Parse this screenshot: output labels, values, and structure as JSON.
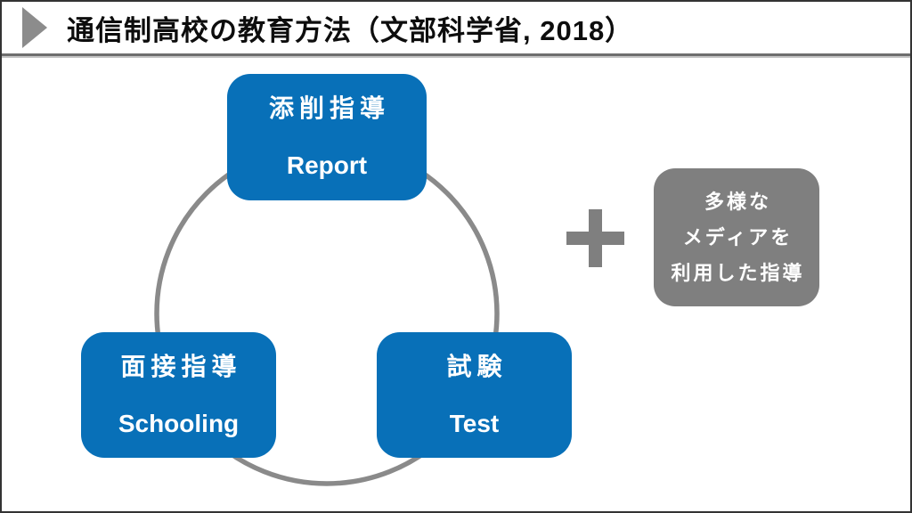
{
  "slide": {
    "title": "通信制高校の教育方法（文部科学省, 2018）"
  },
  "cycle": {
    "nodes": [
      {
        "jp": "添削指導",
        "en": "Report"
      },
      {
        "jp": "面接指導",
        "en": "Schooling"
      },
      {
        "jp": "試験",
        "en": "Test"
      }
    ]
  },
  "media_box": {
    "lines": [
      "多様な",
      "メディアを",
      "利用した指導"
    ]
  },
  "icons": {
    "title_marker": "right-triangle-icon",
    "connector": "plus-icon"
  },
  "colors": {
    "node_blue": "#0870b8",
    "box_gray": "#7f7f7f",
    "circle_gray": "#8a8a8a",
    "underline_gray": "#6e6e6e",
    "underline_shadow": "#c4c4c4",
    "frame_black": "#333333",
    "title_text": "#0d0d0d",
    "node_text": "#ffffff"
  }
}
